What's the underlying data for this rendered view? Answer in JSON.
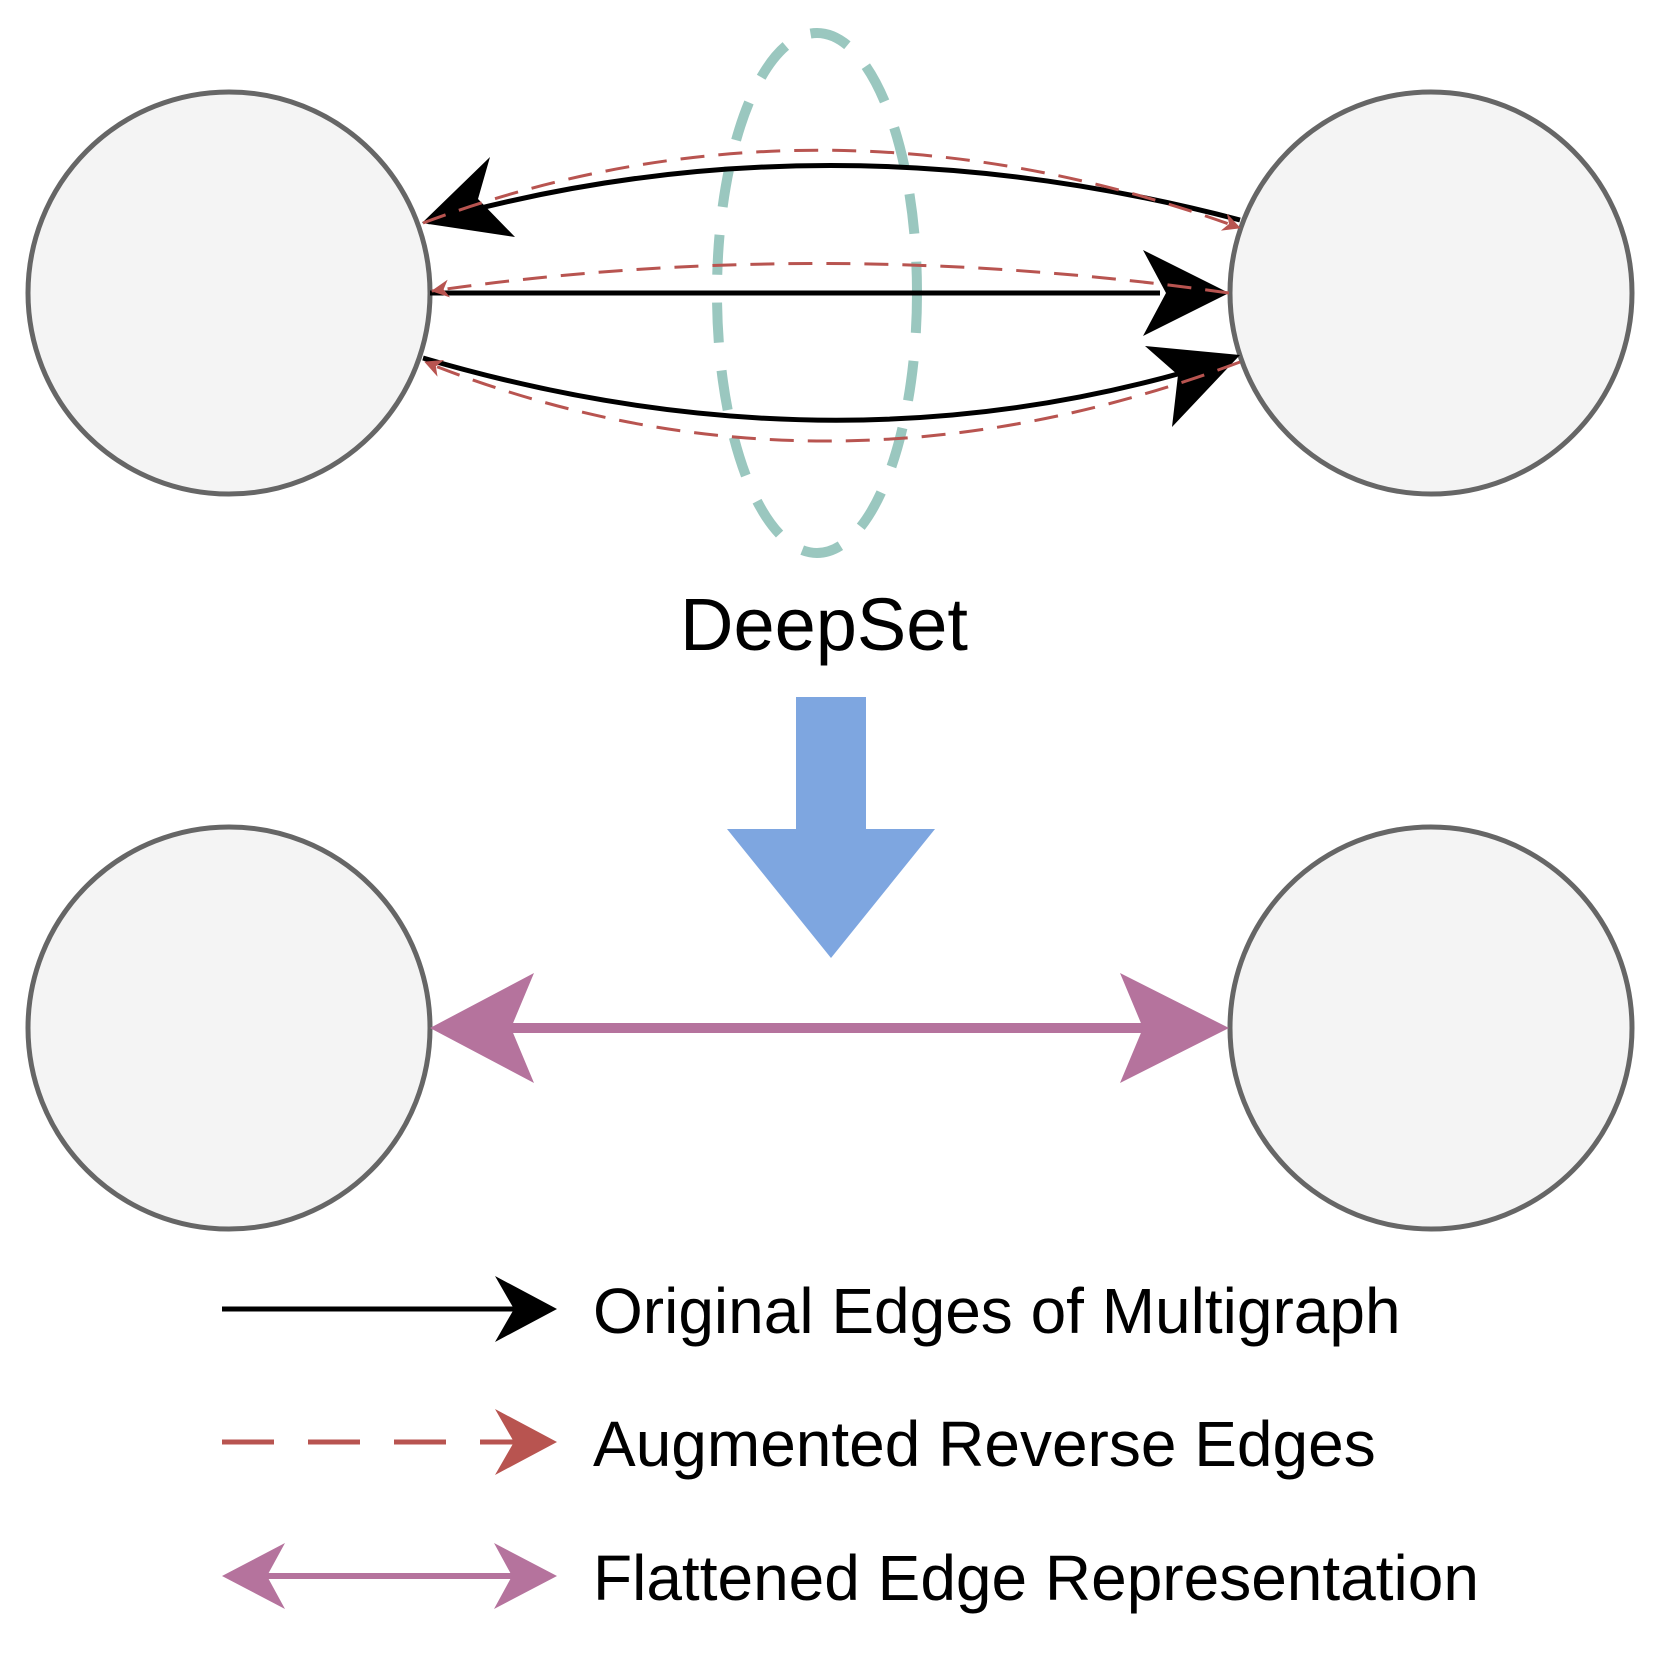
{
  "diagram": {
    "deepset_label": "DeepSet",
    "colors": {
      "node_fill": "#f4f4f4",
      "node_stroke": "#666666",
      "original_edge": "#000000",
      "reverse_edge": "#b85450",
      "deepset_outline": "#9ac7bf",
      "transform_arrow": "#7ea6e0",
      "flattened_edge": "#b5739d"
    }
  },
  "legend": {
    "items": [
      {
        "label": "Original Edges of Multigraph",
        "style": "solid-black-arrow"
      },
      {
        "label": "Augmented Reverse Edges",
        "style": "dashed-red-arrow"
      },
      {
        "label": "Flattened Edge Representation",
        "style": "double-headed-purple-arrow"
      }
    ]
  }
}
